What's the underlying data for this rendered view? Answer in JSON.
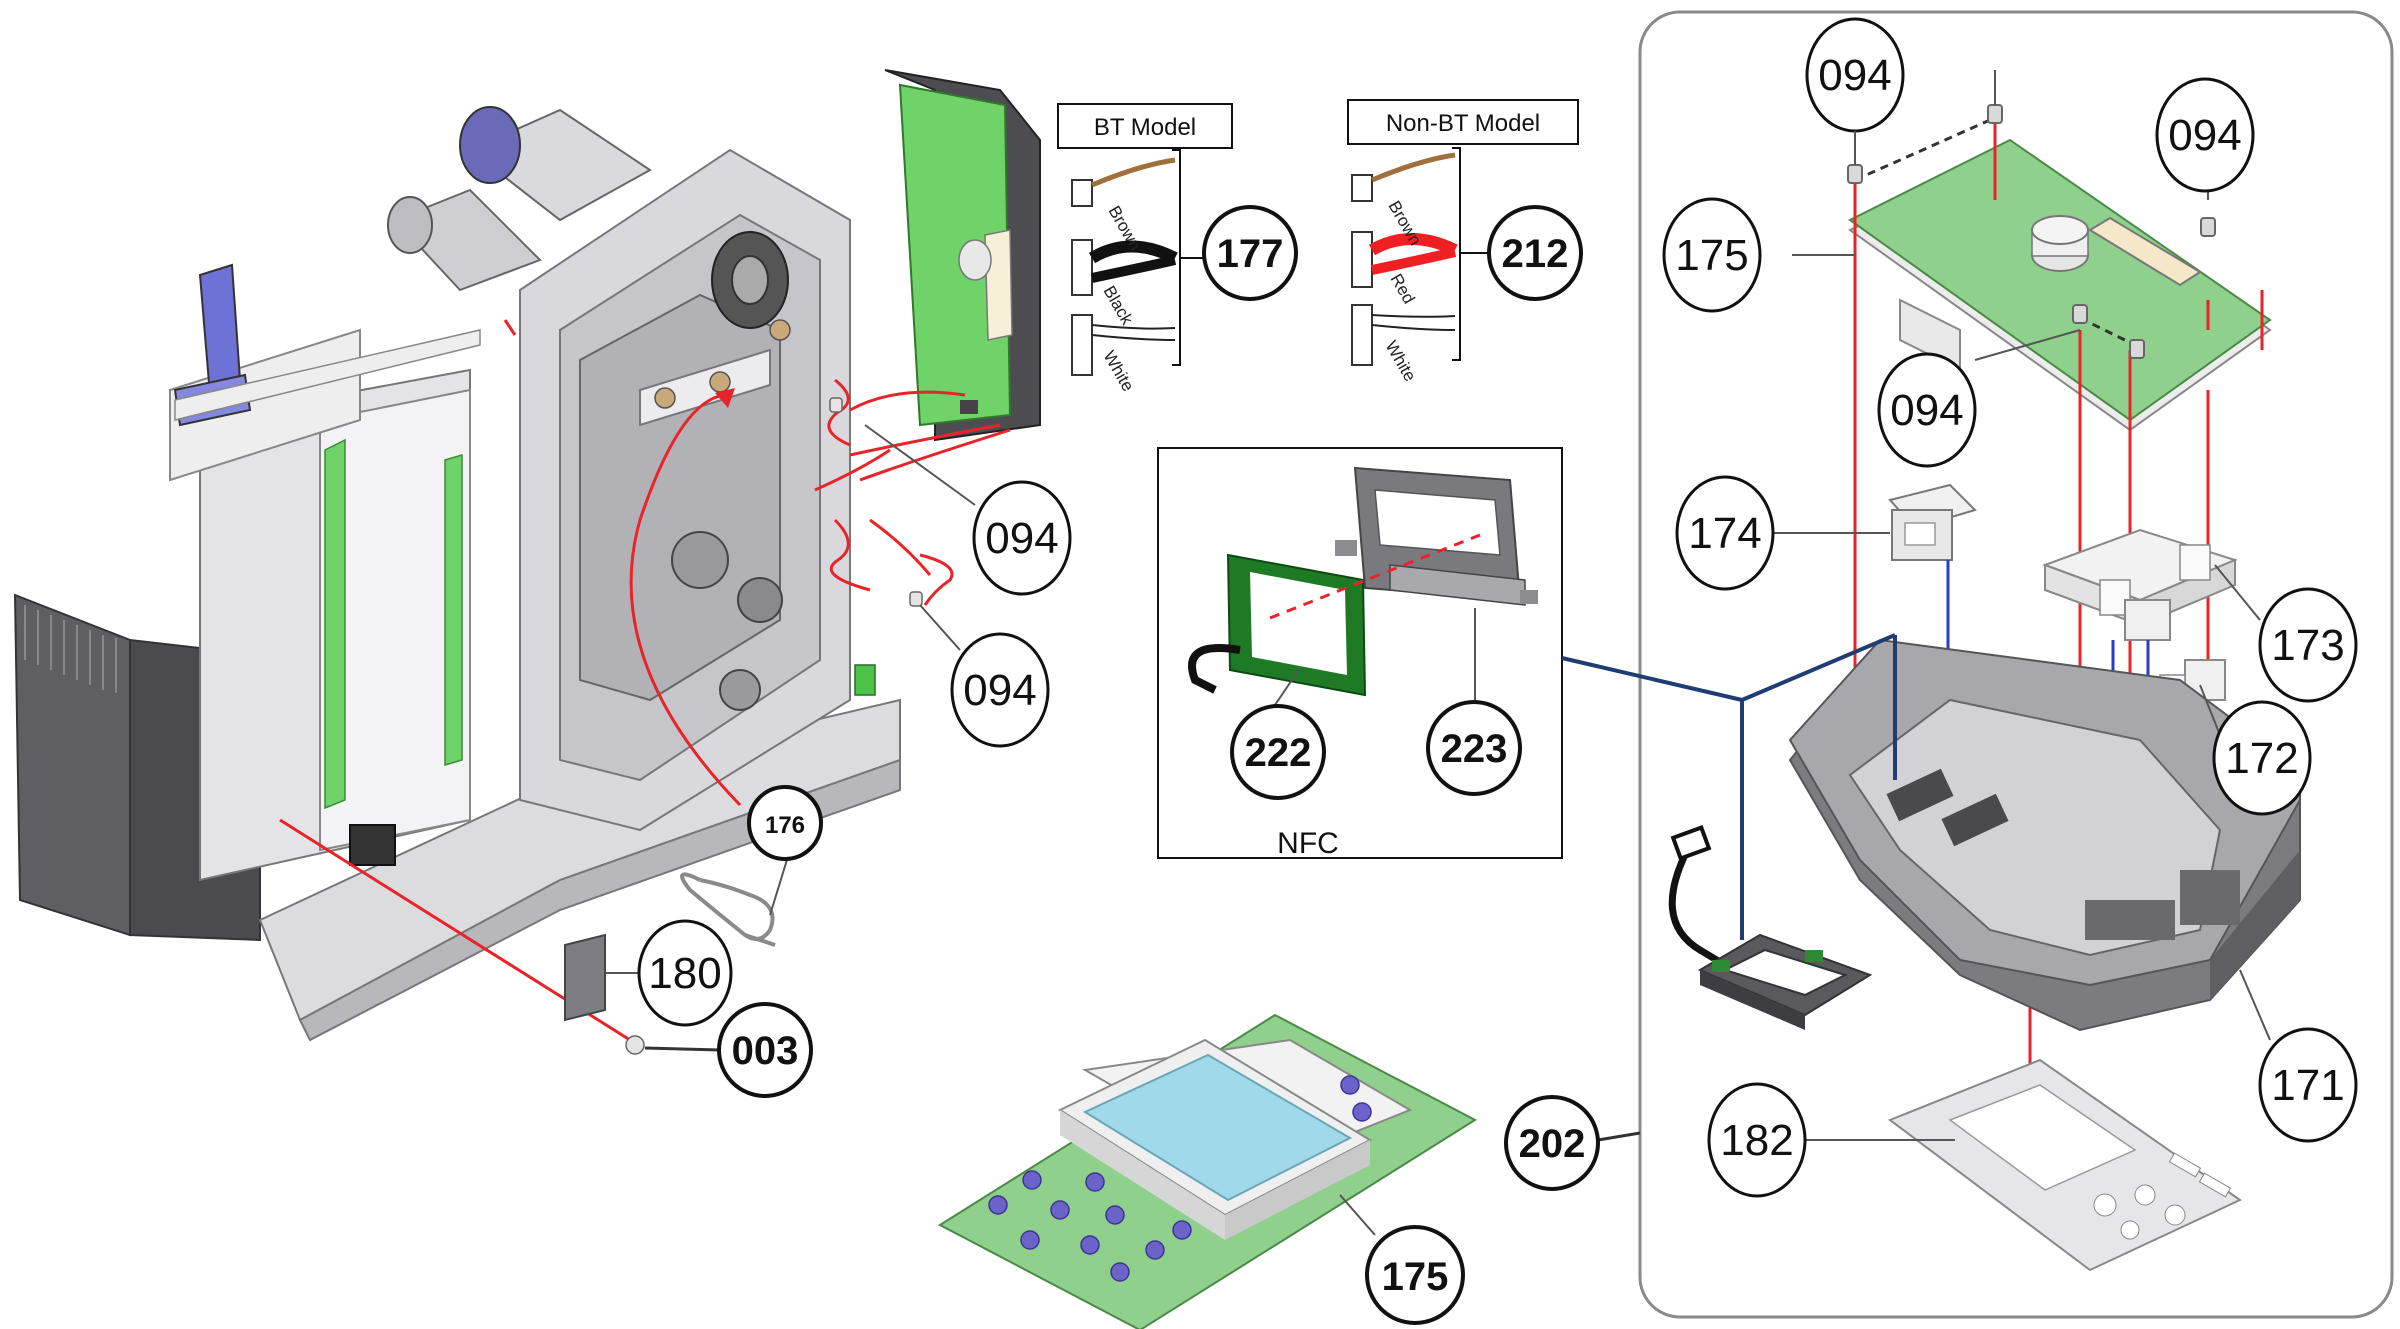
{
  "callouts": {
    "c094_a": "094",
    "c094_b": "094",
    "c094_c": "094",
    "c094_d": "094",
    "c094_e": "094",
    "c175_top": "175",
    "c175_bottom": "175",
    "c174": "174",
    "c173": "173",
    "c172": "172",
    "c171": "171",
    "c182": "182",
    "c177": "177",
    "c212": "212",
    "c176": "176",
    "c180": "180",
    "c003": "003",
    "c202": "202",
    "c222": "222",
    "c223": "223"
  },
  "boxes": {
    "bt_model": "BT Model",
    "non_bt_model": "Non-BT Model",
    "nfc": "NFC"
  },
  "wires": {
    "brown": "Brown",
    "black": "Black",
    "white": "White",
    "red": "Red"
  },
  "colors": {
    "pcb_green": "#8fd18c",
    "nfc_green": "#1e7a25",
    "red_line": "#e8242a",
    "blue_line": "#2b3cc8",
    "navy_line": "#1f3c73",
    "frame_gray": "#d9d9dc",
    "dark_gray": "#6e6e72",
    "lcd_blue": "#9fd9ea",
    "button_purple": "#6b63c9"
  }
}
